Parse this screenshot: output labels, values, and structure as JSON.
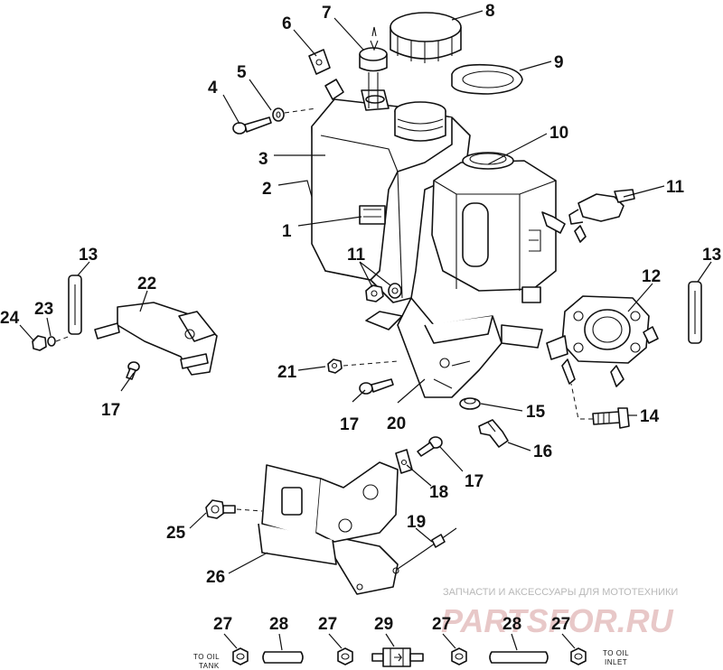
{
  "callouts": {
    "c1": "1",
    "c2": "2",
    "c3": "3",
    "c4": "4",
    "c5": "5",
    "c6": "6",
    "c7": "7",
    "c8": "8",
    "c9": "9",
    "c10": "10",
    "c11a": "11",
    "c11b": "11",
    "c12": "12",
    "c13a": "13",
    "c13b": "13",
    "c14": "14",
    "c15": "15",
    "c16": "16",
    "c17a": "17",
    "c17b": "17",
    "c17c": "17",
    "c18": "18",
    "c19": "19",
    "c20": "20",
    "c21": "21",
    "c22": "22",
    "c23": "23",
    "c24": "24",
    "c25": "25",
    "c26": "26",
    "c27a": "27",
    "c27b": "27",
    "c27c": "27",
    "c27d": "27",
    "c28a": "28",
    "c28b": "28",
    "c29": "29"
  },
  "labels": {
    "to_oil_tank_1": "TO OIL",
    "to_oil_tank_2": "TANK",
    "to_oil_inlet_1": "TO OIL",
    "to_oil_inlet_2": "INLET"
  },
  "watermark": {
    "subtitle": "ЗАПЧАСТИ И АКСЕССУАРЫ ДЛЯ МОТОТЕХНИКИ",
    "brand": "PARTSFOR.RU"
  }
}
